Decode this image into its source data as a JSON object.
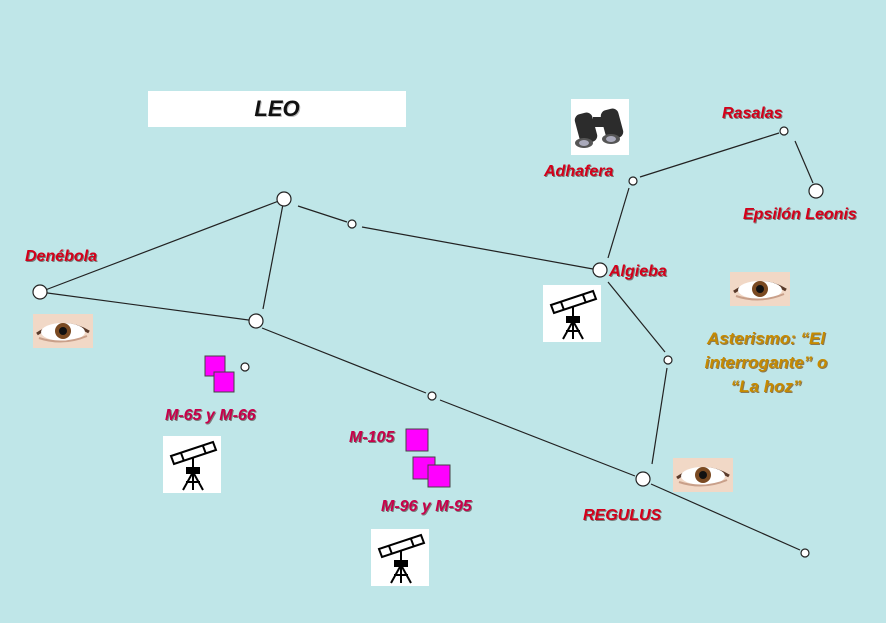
{
  "title": "LEO",
  "stars": {
    "denebola": "Denébola",
    "algieba": "Algieba",
    "adhafera": "Adhafera",
    "rasalas": "Rasalas",
    "epsilon_leonis": "Epsilón Leonis",
    "regulus": "REGULUS"
  },
  "objects": {
    "m65_m66": "M-65 y M-66",
    "m105": "M-105",
    "m96_m95": "M-96 y M-95"
  },
  "asterism": {
    "line1": "Asterismo: “El",
    "line2": "interrogante” o",
    "line3": "“La hoz”"
  },
  "icons": {
    "eye": "eye-icon",
    "telescope": "telescope-icon",
    "binoculars": "binoculars-icon",
    "galaxy_marker": "galaxy-marker-icon"
  },
  "colors": {
    "background": "#bfe6e8",
    "star_label": "#d4001a",
    "object_label": "#c8004a",
    "asterism_label": "#c68a00",
    "galaxy_marker": "#ff00ff"
  }
}
